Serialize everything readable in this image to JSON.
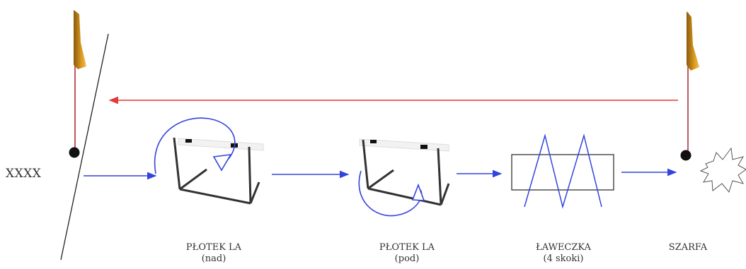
{
  "start_label": "XXXX",
  "stations": [
    {
      "name": "PŁOTEK LA",
      "detail": "(nad)"
    },
    {
      "name": "PŁOTEK LA",
      "detail": "(pod)"
    },
    {
      "name": "ŁAWECZKA",
      "detail": "(4 skoki)"
    },
    {
      "name": "SZARFA",
      "detail": ""
    }
  ],
  "colors": {
    "flow_arrow": "#3344dd",
    "return_arrow": "#e23a3a",
    "flag": "#c98a1a",
    "pole": "#b33030",
    "hurdle": "#333333",
    "zigzag": "#3344dd"
  },
  "icons": [
    "flag-icon",
    "hurdle-icon",
    "bench-icon",
    "scarf-icon"
  ]
}
